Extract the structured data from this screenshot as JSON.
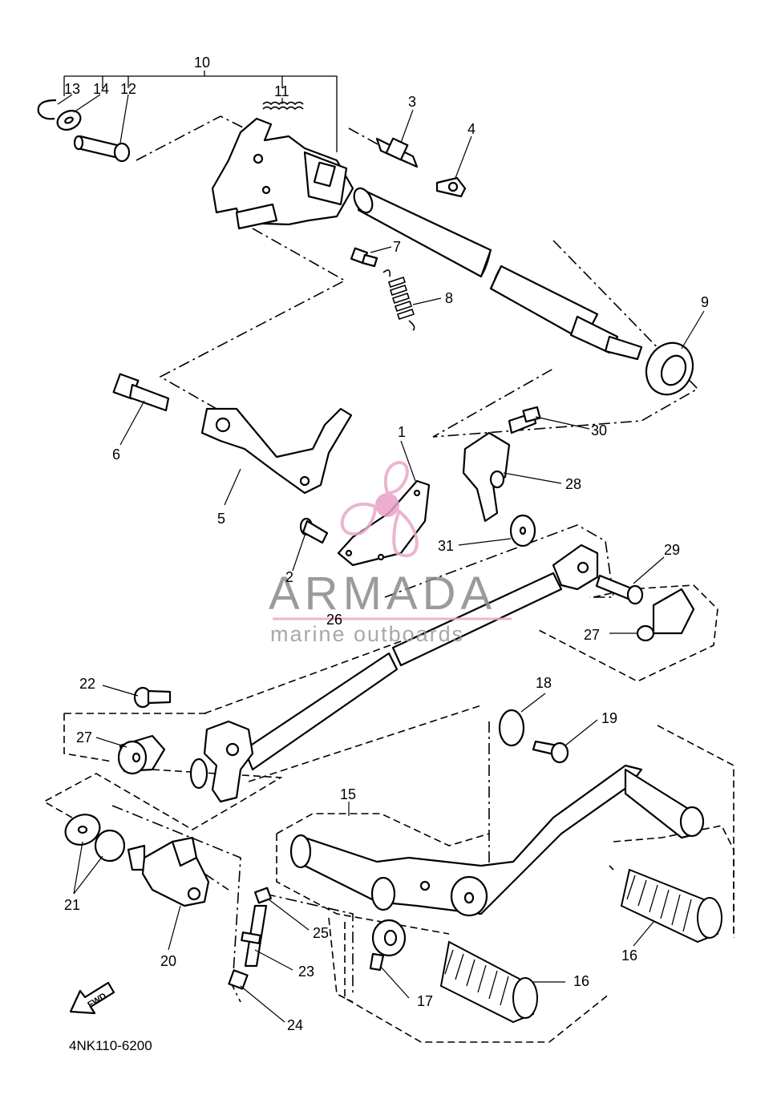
{
  "diagram_code": "4NK110-6200",
  "fwd_label": "FWD",
  "watermark": {
    "brand": "ARMADA",
    "tagline": "marine outboards",
    "accent_color": "#e8a8c8",
    "logo_dot_color": "#e9a0c6"
  },
  "callouts": {
    "c1": "1",
    "c2": "2",
    "c3": "3",
    "c4": "4",
    "c5": "5",
    "c6": "6",
    "c7": "7",
    "c8": "8",
    "c9": "9",
    "c10": "10",
    "c11": "11",
    "c12": "12",
    "c13": "13",
    "c14": "14",
    "c15": "15",
    "c16a": "16",
    "c16b": "16",
    "c17": "17",
    "c18": "18",
    "c19": "19",
    "c20": "20",
    "c21": "21",
    "c22": "22",
    "c23": "23",
    "c24": "24",
    "c25": "25",
    "c26": "26",
    "c27a": "27",
    "c27b": "27",
    "c28": "28",
    "c29": "29",
    "c30": "30",
    "c31": "31"
  }
}
